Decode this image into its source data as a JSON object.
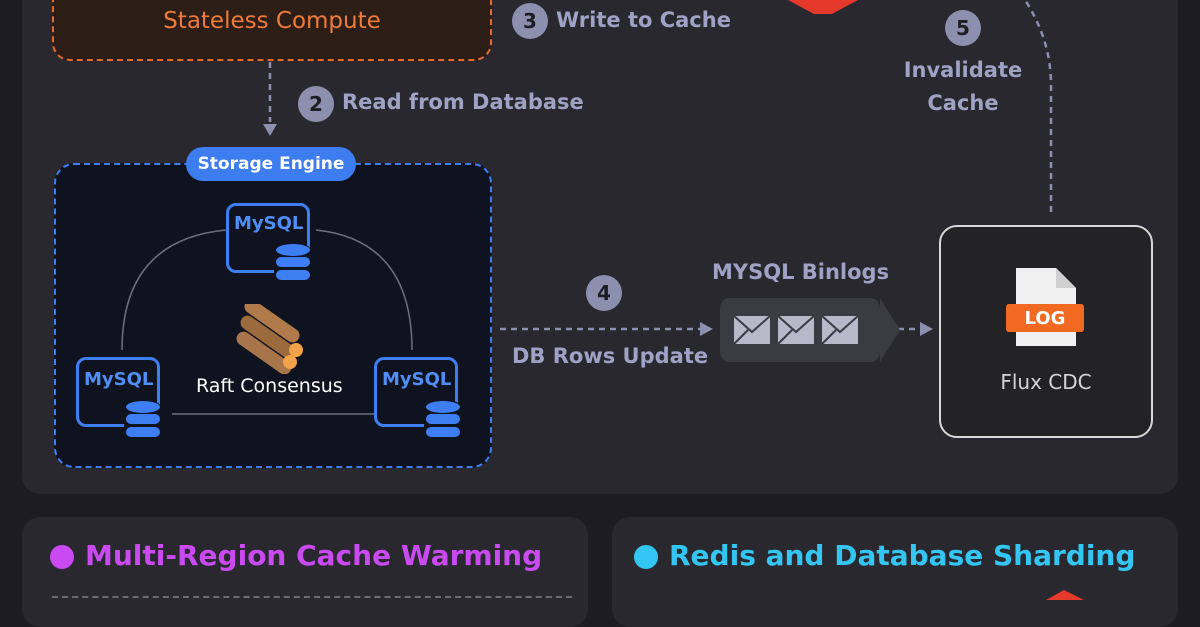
{
  "compute": {
    "label": "Stateless Compute"
  },
  "steps": {
    "s2": {
      "num": "2",
      "label": "Read from Database"
    },
    "s3": {
      "num": "3",
      "label": "Write to Cache"
    },
    "s4": {
      "num": "4",
      "label": "DB Rows Update"
    },
    "s5": {
      "num": "5",
      "label_line1": "Invalidate",
      "label_line2": "Cache"
    }
  },
  "storage": {
    "title": "Storage Engine",
    "node_label": "MySQL",
    "consensus_label": "Raft Consensus"
  },
  "binlogs": {
    "label": "MYSQL Binlogs"
  },
  "cdc": {
    "file_badge": "LOG",
    "label": "Flux CDC"
  },
  "sections": {
    "left": {
      "title": "Multi-Region Cache Warming",
      "dot_color": "#c94af0"
    },
    "right": {
      "title": "Redis and Database Sharding",
      "dot_color": "#33c6f2"
    }
  },
  "colors": {
    "accent_orange": "#e56a2e",
    "accent_blue": "#3d7ef3",
    "redis_red": "#e5392b",
    "badge": "#8d8faf"
  }
}
